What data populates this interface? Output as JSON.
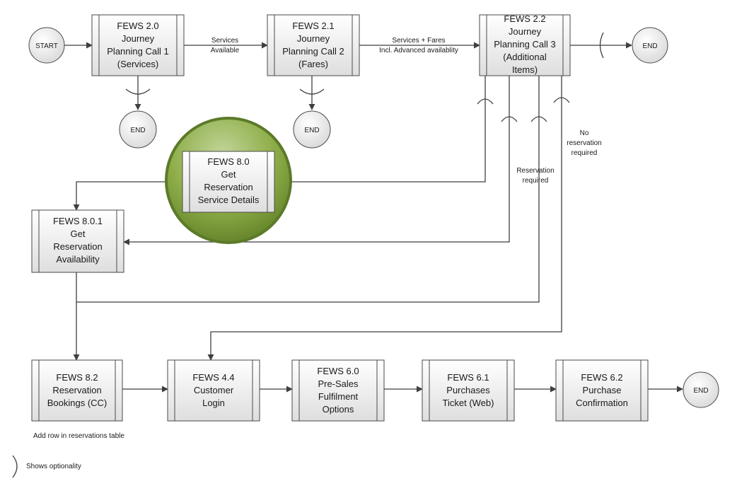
{
  "colors": {
    "line": "#3f3f3f",
    "box_light": "#ffffff",
    "box_dark": "#dedede",
    "highlight_outer": "#5c7a29",
    "highlight_inner": "#9bbb59"
  },
  "terminals": {
    "start": "START",
    "end_fews22": "END",
    "end_fews20": "END",
    "end_fews21": "END",
    "end_final": "END"
  },
  "processes": {
    "fews20": [
      "FEWS 2.0",
      "Journey",
      "Planning Call 1",
      "(Services)"
    ],
    "fews21": [
      "FEWS 2.1",
      "Journey",
      "Planning Call 2",
      "(Fares)"
    ],
    "fews22": [
      "FEWS 2.2",
      "Journey",
      "Planning Call 3",
      "(Additional",
      "Items)"
    ],
    "fews80": [
      "FEWS 8.0",
      "Get",
      "Reservation",
      "Service Details"
    ],
    "fews801": [
      "FEWS 8.0.1",
      "Get",
      "Reservation",
      "Availability"
    ],
    "fews82": [
      "FEWS 8.2",
      "Reservation",
      "Bookings (CC)"
    ],
    "fews44": [
      "FEWS 4.4",
      "Customer",
      "Login"
    ],
    "fews60": [
      "FEWS 6.0",
      "Pre-Sales",
      "Fulfilment",
      "Options"
    ],
    "fews61": [
      "FEWS 6.1",
      "Purchases",
      "Ticket (Web)"
    ],
    "fews62": [
      "FEWS 6.2",
      "Purchase",
      "Confirmation"
    ]
  },
  "labels": {
    "services_available": [
      "Services",
      "Available"
    ],
    "services_fares": [
      "Services + Fares",
      "Incl.  Advanced availablity"
    ],
    "no_reservation": [
      "No",
      "reservation",
      "required"
    ],
    "reservation_required": [
      "Reservation",
      "required"
    ],
    "add_row": "Add row in reservations table",
    "legend": "Shows optionality"
  }
}
